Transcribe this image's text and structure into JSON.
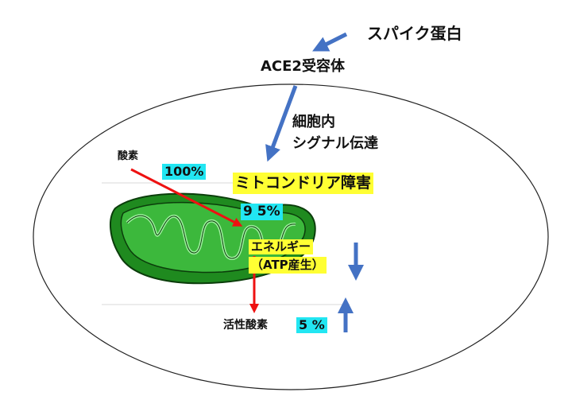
{
  "labels": {
    "spike_protein": "スパイク蛋白",
    "ace2_receptor": "ACE2受容体",
    "intracellular_line1": "細胞内",
    "intracellular_line2": "シグナル伝達",
    "oxygen": "酸素",
    "oxygen_percent": "100%",
    "mito_damage": "ミトコンドリア障害",
    "mito_percent": "9 5%",
    "energy_line1": "エネルギー",
    "energy_line2": "（ATP産生）",
    "ros": "活性酸素",
    "ros_percent": "5 %"
  },
  "colors": {
    "blue_arrow": "#4472c4",
    "red_arrow": "#ee1111",
    "cyan_highlight": "#22e6f2",
    "yellow_highlight": "#ffff33",
    "mito_green": "#1f8a1f"
  }
}
